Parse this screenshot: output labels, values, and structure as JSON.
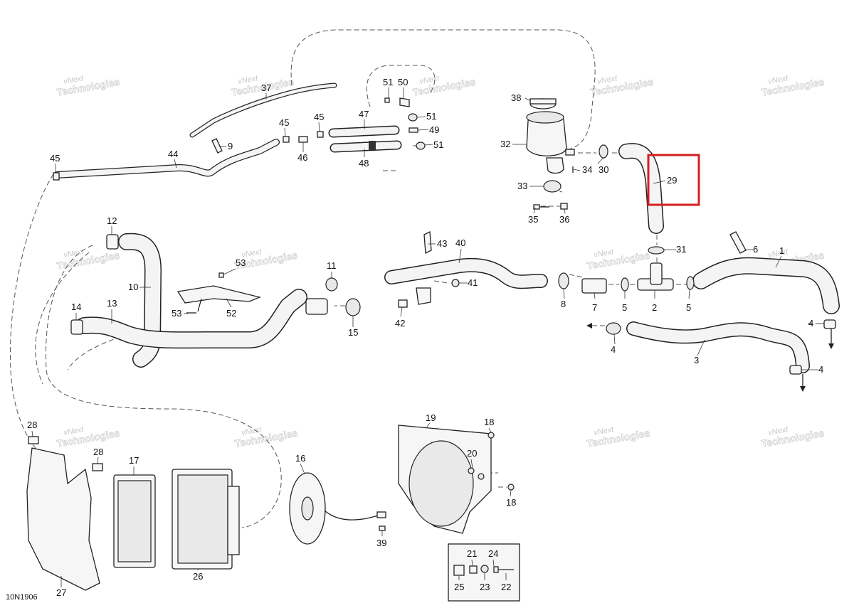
{
  "diagram_code": "10N1906",
  "watermark": {
    "line1": "vNext",
    "line2": "Technologies"
  },
  "callouts": {
    "c1": "1",
    "c2": "2",
    "c3": "3",
    "c4a": "4",
    "c4b": "4",
    "c4c": "4",
    "c5a": "5",
    "c5b": "5",
    "c6": "6",
    "c7": "7",
    "c8": "8",
    "c9": "9",
    "c10": "10",
    "c11": "11",
    "c12": "12",
    "c13": "13",
    "c14": "14",
    "c15": "15",
    "c16": "16",
    "c17": "17",
    "c18a": "18",
    "c18b": "18",
    "c19": "19",
    "c20": "20",
    "c21": "21",
    "c22": "22",
    "c23": "23",
    "c24": "24",
    "c25": "25",
    "c26": "26",
    "c27": "27",
    "c28a": "28",
    "c28b": "28",
    "c29": "29",
    "c30": "30",
    "c31": "31",
    "c32": "32",
    "c33": "33",
    "c34": "34",
    "c35": "35",
    "c36": "36",
    "c37": "37",
    "c38": "38",
    "c39": "39",
    "c40": "40",
    "c41": "41",
    "c42": "42",
    "c43": "43",
    "c44": "44",
    "c45a": "45",
    "c45b": "45",
    "c45c": "45",
    "c46": "46",
    "c47": "47",
    "c48": "48",
    "c49": "49",
    "c50": "50",
    "c51a": "51",
    "c51b": "51",
    "c51c": "51",
    "c52": "52",
    "c53a": "53",
    "c53b": "53"
  },
  "highlight": {
    "part": "29",
    "color": "#d61f1f"
  }
}
